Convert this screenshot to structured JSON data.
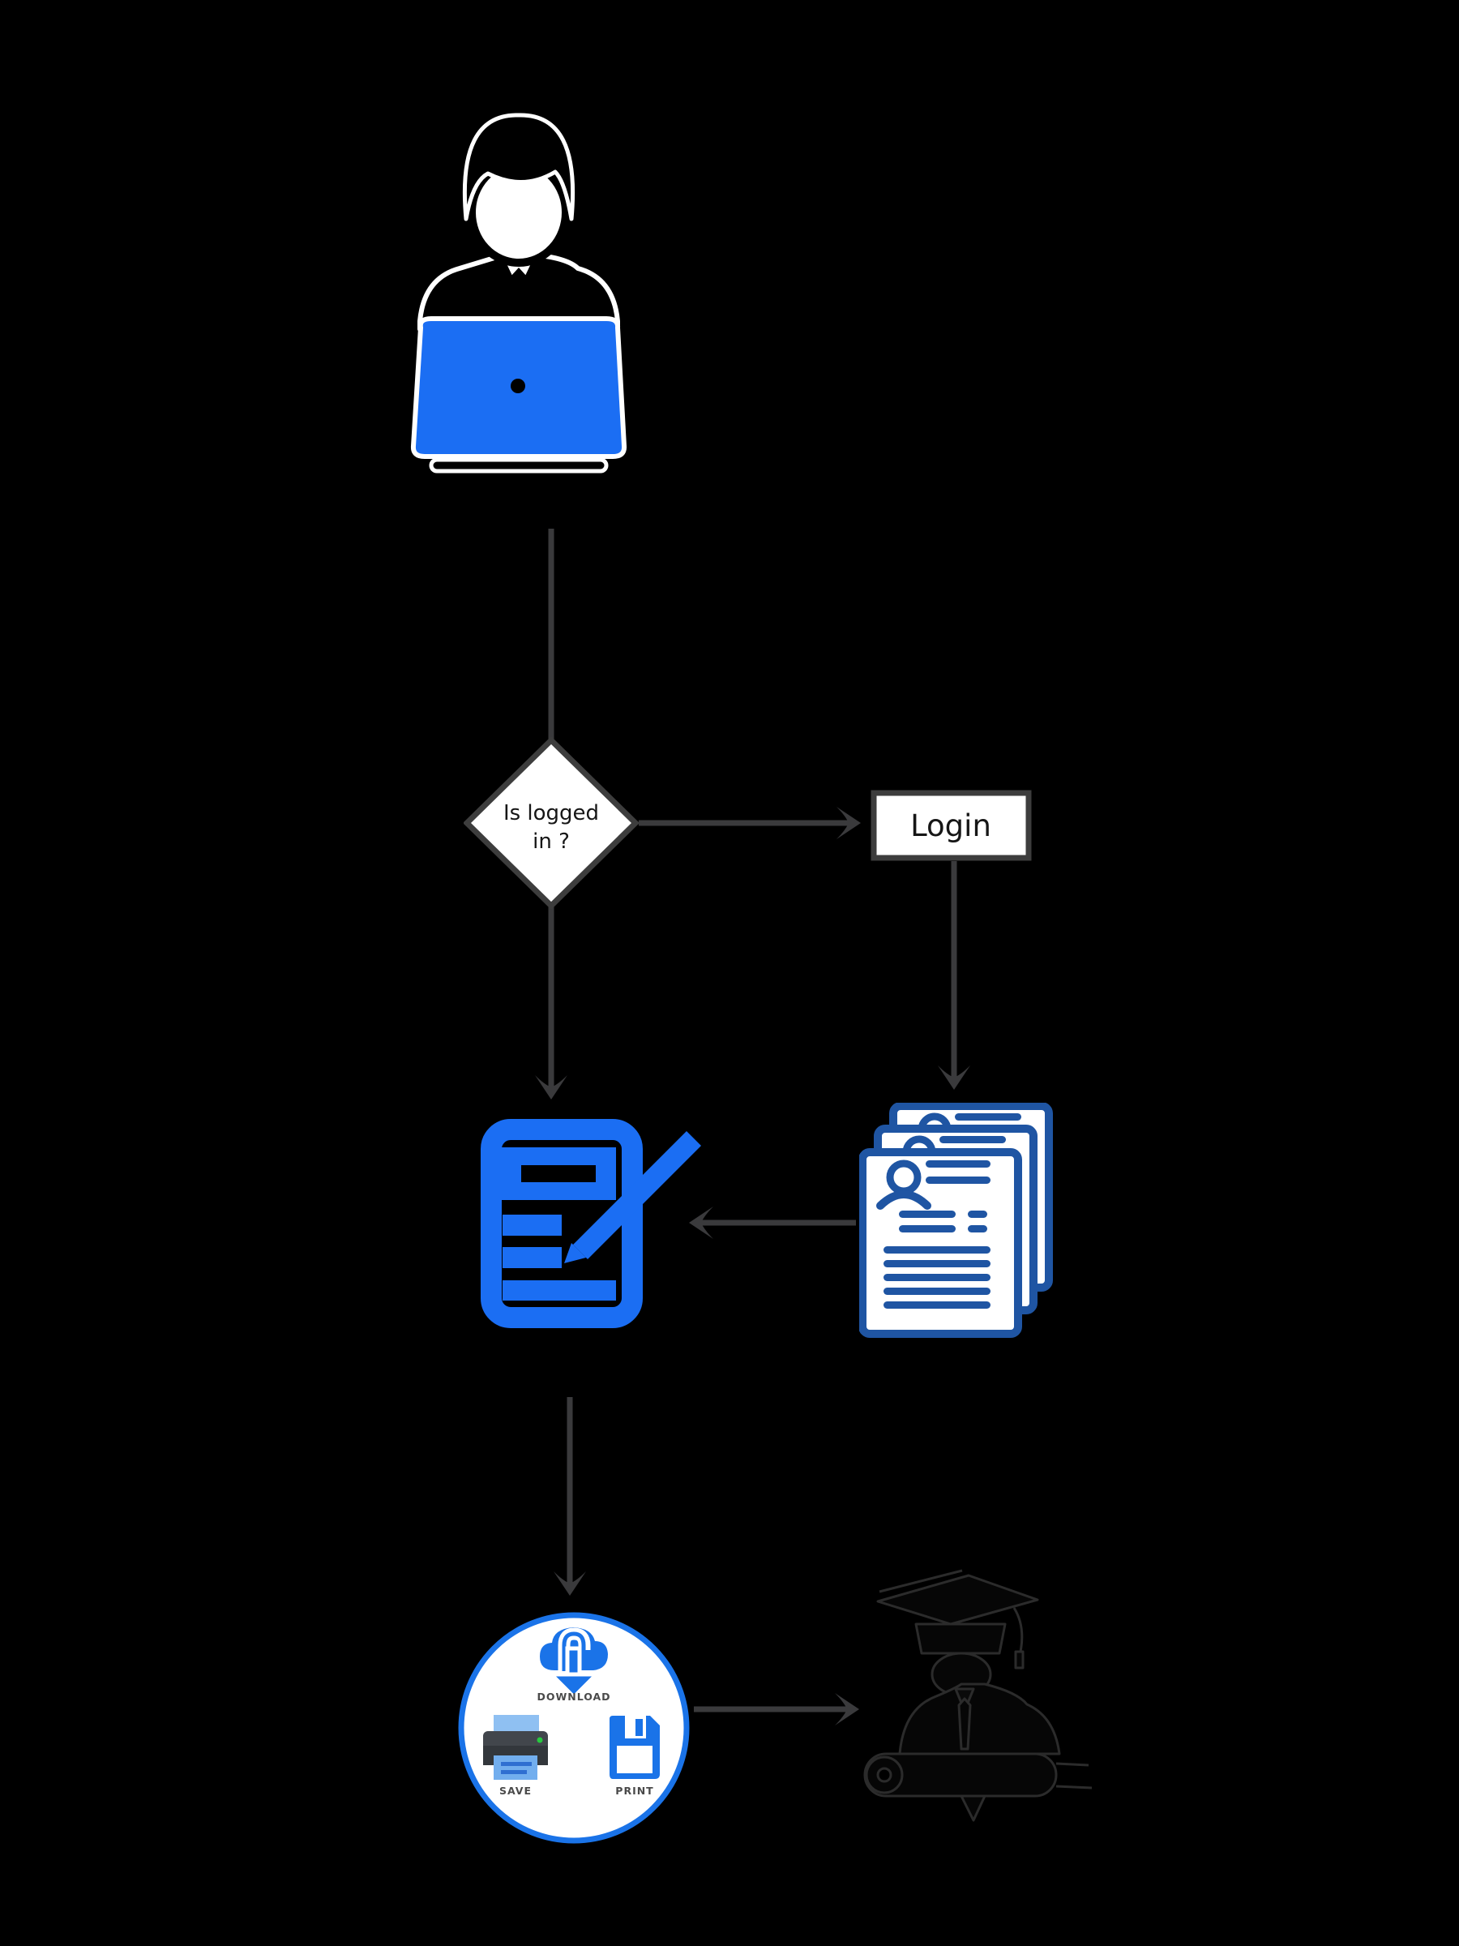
{
  "diagram": {
    "background": "#000000",
    "decision": {
      "line1": "Is logged",
      "line2": "in ?"
    },
    "login": {
      "label": "Login"
    },
    "output": {
      "download_label": "DOWNLOAD",
      "save_label": "SAVE",
      "print_label": "PRINT"
    },
    "colors": {
      "arrow": "#3a3a3c",
      "node_border": "#3d3d3d",
      "node_fill": "#ffffff",
      "laptop_blue": "#1b6ef3",
      "form_blue": "#1b6ef3",
      "resume_blue": "#1f55a3",
      "output_blue": "#1a73e8",
      "paper_light_blue": "#8fc0f2",
      "paper_deep_blue": "#72aeee",
      "paper_line_blue": "#2f6fd1",
      "printer_dark": "#42464c",
      "printer_darker": "#33373c",
      "green_dot": "#27c93f",
      "label_gray": "#4a4a4a",
      "silhouette": "#060606",
      "silhouette_outline": "#2b2b2b"
    }
  }
}
